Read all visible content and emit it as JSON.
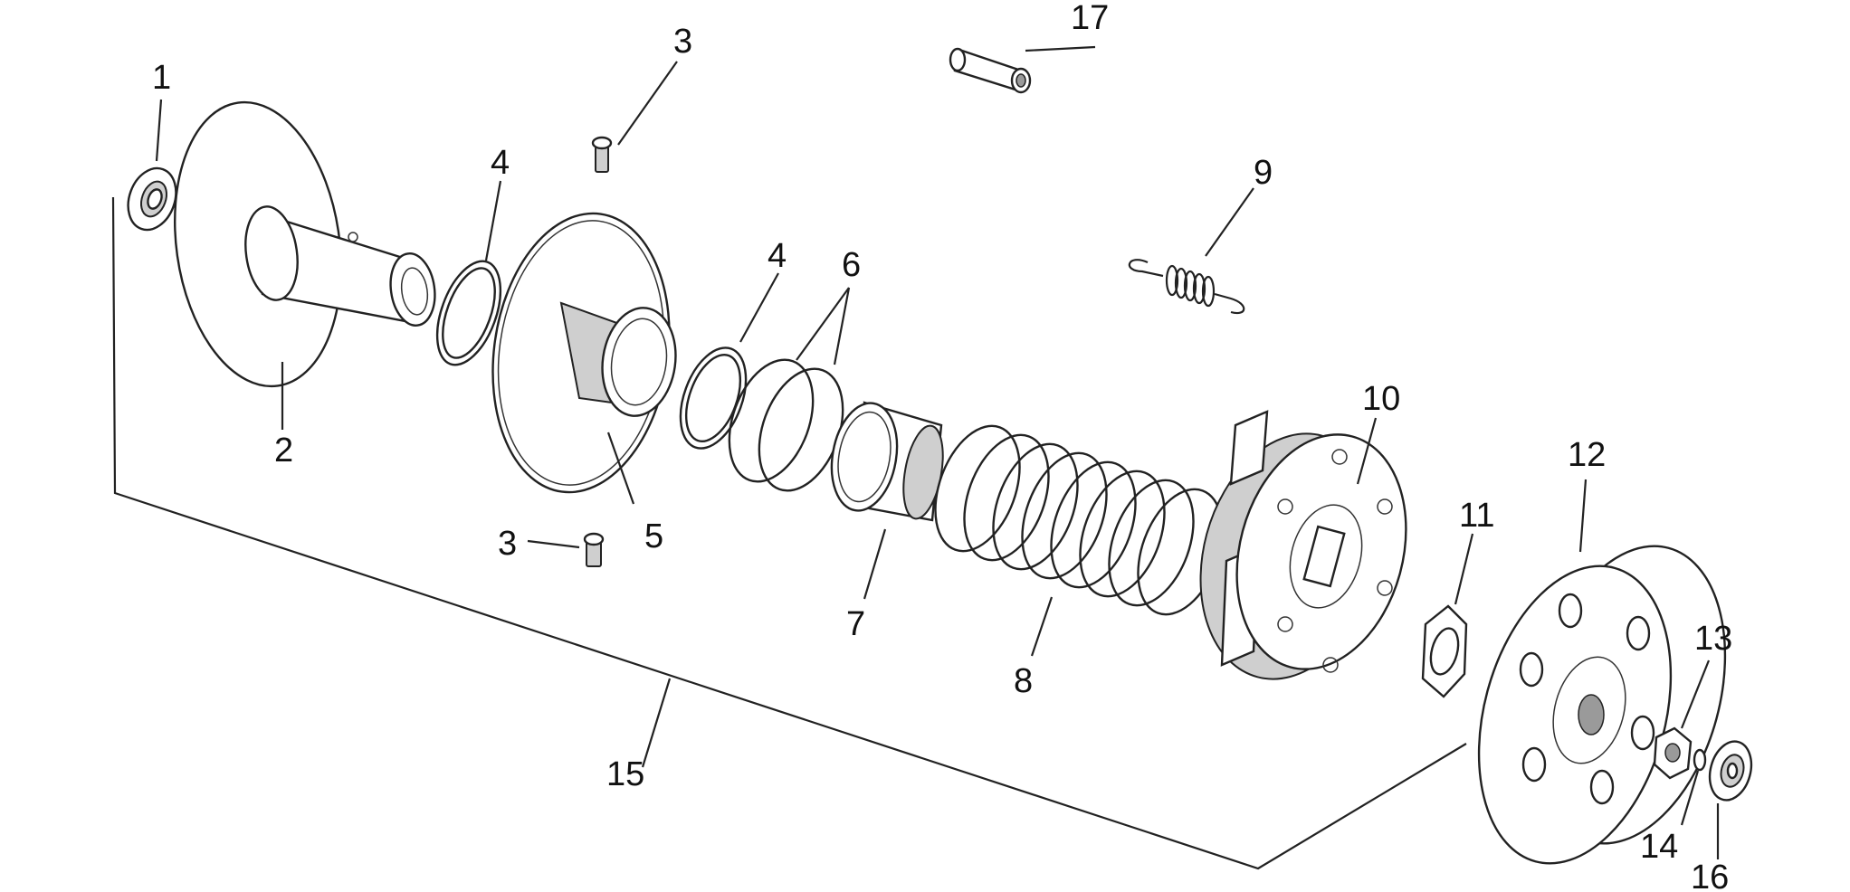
{
  "diagram": {
    "labels": {
      "p1": "1",
      "p2": "2",
      "p3a": "3",
      "p3b": "3",
      "p4a": "4",
      "p4b": "4",
      "p5": "5",
      "p6": "6",
      "p7": "7",
      "p8": "8",
      "p9": "9",
      "p10": "10",
      "p11": "11",
      "p12": "12",
      "p13": "13",
      "p14": "14",
      "p15": "15",
      "p16": "16",
      "p17": "17"
    }
  }
}
